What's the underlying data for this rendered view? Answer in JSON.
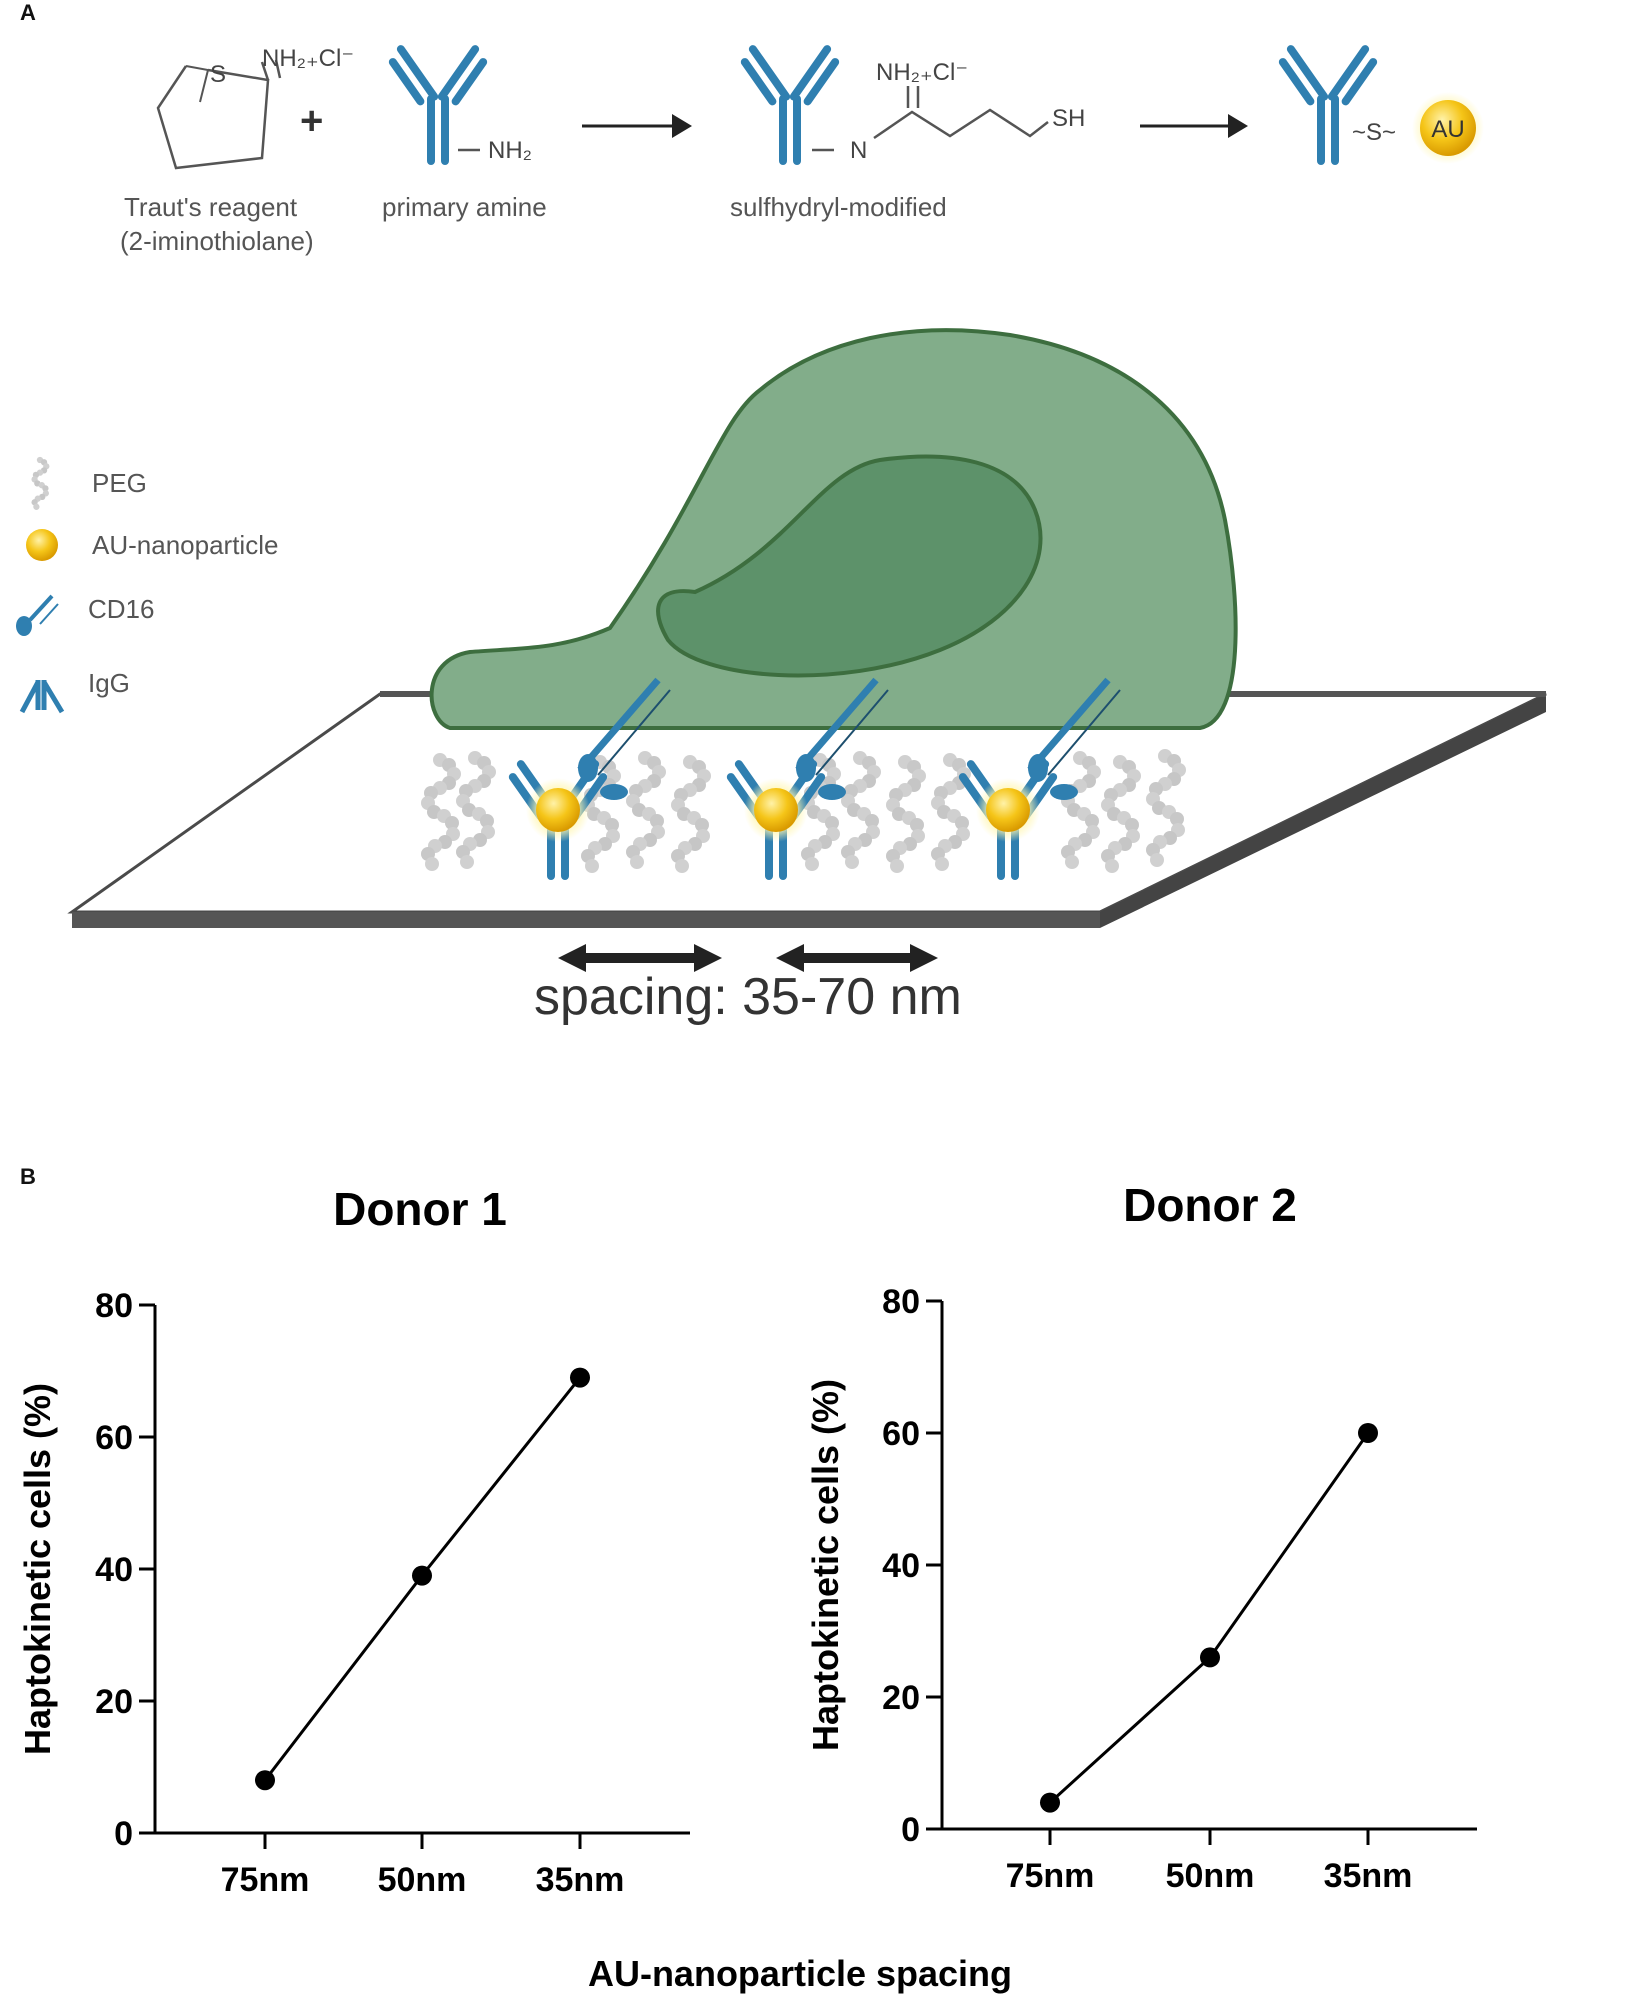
{
  "panel_a": {
    "letter": "A",
    "reaction": {
      "reagent_label_1": "Traut's reagent",
      "reagent_label_2": "(2-iminothiolane)",
      "reagent_s": "S",
      "reagent_group": "NH₂₊Cl⁻",
      "plus": "+",
      "amine_group": "NH₂",
      "amine_label": "primary amine",
      "product_group_top": "NH₂₊Cl⁻",
      "product_n": "N",
      "product_sh": "SH",
      "product_label": "sulfhydryl-modified",
      "final_link": "~S~",
      "final_particle": "AU"
    },
    "legend": [
      {
        "label": "PEG",
        "icon": "peg-icon"
      },
      {
        "label": "AU-nanoparticle",
        "icon": "nanoparticle-icon"
      },
      {
        "label": "CD16",
        "icon": "cd16-icon"
      },
      {
        "label": "IgG",
        "icon": "igg-icon"
      }
    ],
    "spacing_label": "spacing: 35-70 nm",
    "colors": {
      "antibody": "#2f7fb0",
      "gold": "#f2c21b",
      "cell": "#82ad8a",
      "nucleus": "#5d926a",
      "cell_outline": "#3d6e3f",
      "peg": "#cccccc"
    }
  },
  "panel_b": {
    "letter": "B",
    "xlabel": "AU-nanoparticle spacing"
  },
  "chart_data": [
    {
      "type": "line",
      "title": "Donor 1",
      "categories": [
        "75nm",
        "50nm",
        "35nm"
      ],
      "values": [
        8,
        39,
        69
      ],
      "ylabel": "Haptokinetic cells (%)",
      "xlabel": "AU-nanoparticle spacing",
      "ylim": [
        0,
        80
      ],
      "yticks": [
        0,
        20,
        40,
        60,
        80
      ],
      "grid": false
    },
    {
      "type": "line",
      "title": "Donor 2",
      "categories": [
        "75nm",
        "50nm",
        "35nm"
      ],
      "values": [
        4,
        26,
        60
      ],
      "ylabel": "Haptokinetic cells (%)",
      "xlabel": "AU-nanoparticle spacing",
      "ylim": [
        0,
        80
      ],
      "yticks": [
        0,
        20,
        40,
        60,
        80
      ],
      "grid": false
    }
  ]
}
